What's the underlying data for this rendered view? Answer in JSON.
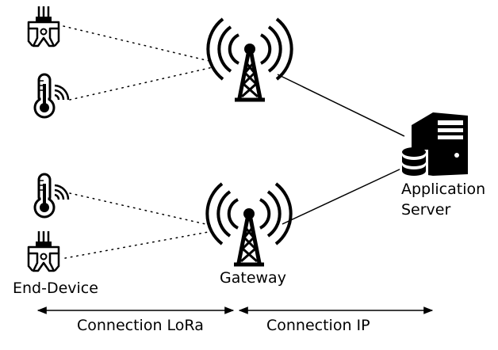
{
  "labels": {
    "end_device": "End-Device",
    "gateway": "Gateway",
    "app_server_line1": "Application",
    "app_server_line2": "Server",
    "connection_lora": "Connection LoRa",
    "connection_ip": "Connection IP"
  },
  "icons": {
    "device_sensor": "robotic-claw-icon",
    "device_temp": "wireless-thermometer-icon",
    "gateway": "radio-tower-icon",
    "server": "server-database-icon"
  },
  "colors": {
    "ink": "#000000",
    "background": "#ffffff"
  }
}
